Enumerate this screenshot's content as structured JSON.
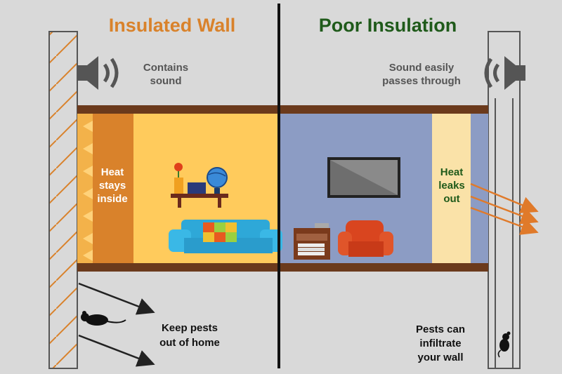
{
  "left": {
    "title": "Insulated Wall",
    "sound_label": [
      "Contains",
      "sound"
    ],
    "heat_label": [
      "Heat",
      "stays",
      "inside"
    ],
    "pests_label": [
      "Keep pests",
      "out of home"
    ]
  },
  "right": {
    "title": "Poor Insulation",
    "sound_label": [
      "Sound easily",
      "passes through"
    ],
    "heat_label": [
      "Heat",
      "leaks",
      "out"
    ],
    "pests_label": [
      "Pests can",
      "infiltrate",
      "your wall"
    ]
  },
  "colors": {
    "background": "#d9d9d9",
    "left_title": "#d9822b",
    "right_title": "#1f5a1a",
    "warm_room": "#ffcb5c",
    "insulation": "#d9822b",
    "cool_room": "#8c9cc4",
    "floor_beam": "#6b3a1c",
    "sofa_blue": "#2ea8d8",
    "chair_red": "#d9451f"
  },
  "icons": [
    "speaker-icon",
    "mouse-icon",
    "globe-icon",
    "flower-icon",
    "tv-icon",
    "sofa-icon",
    "armchair-icon"
  ]
}
